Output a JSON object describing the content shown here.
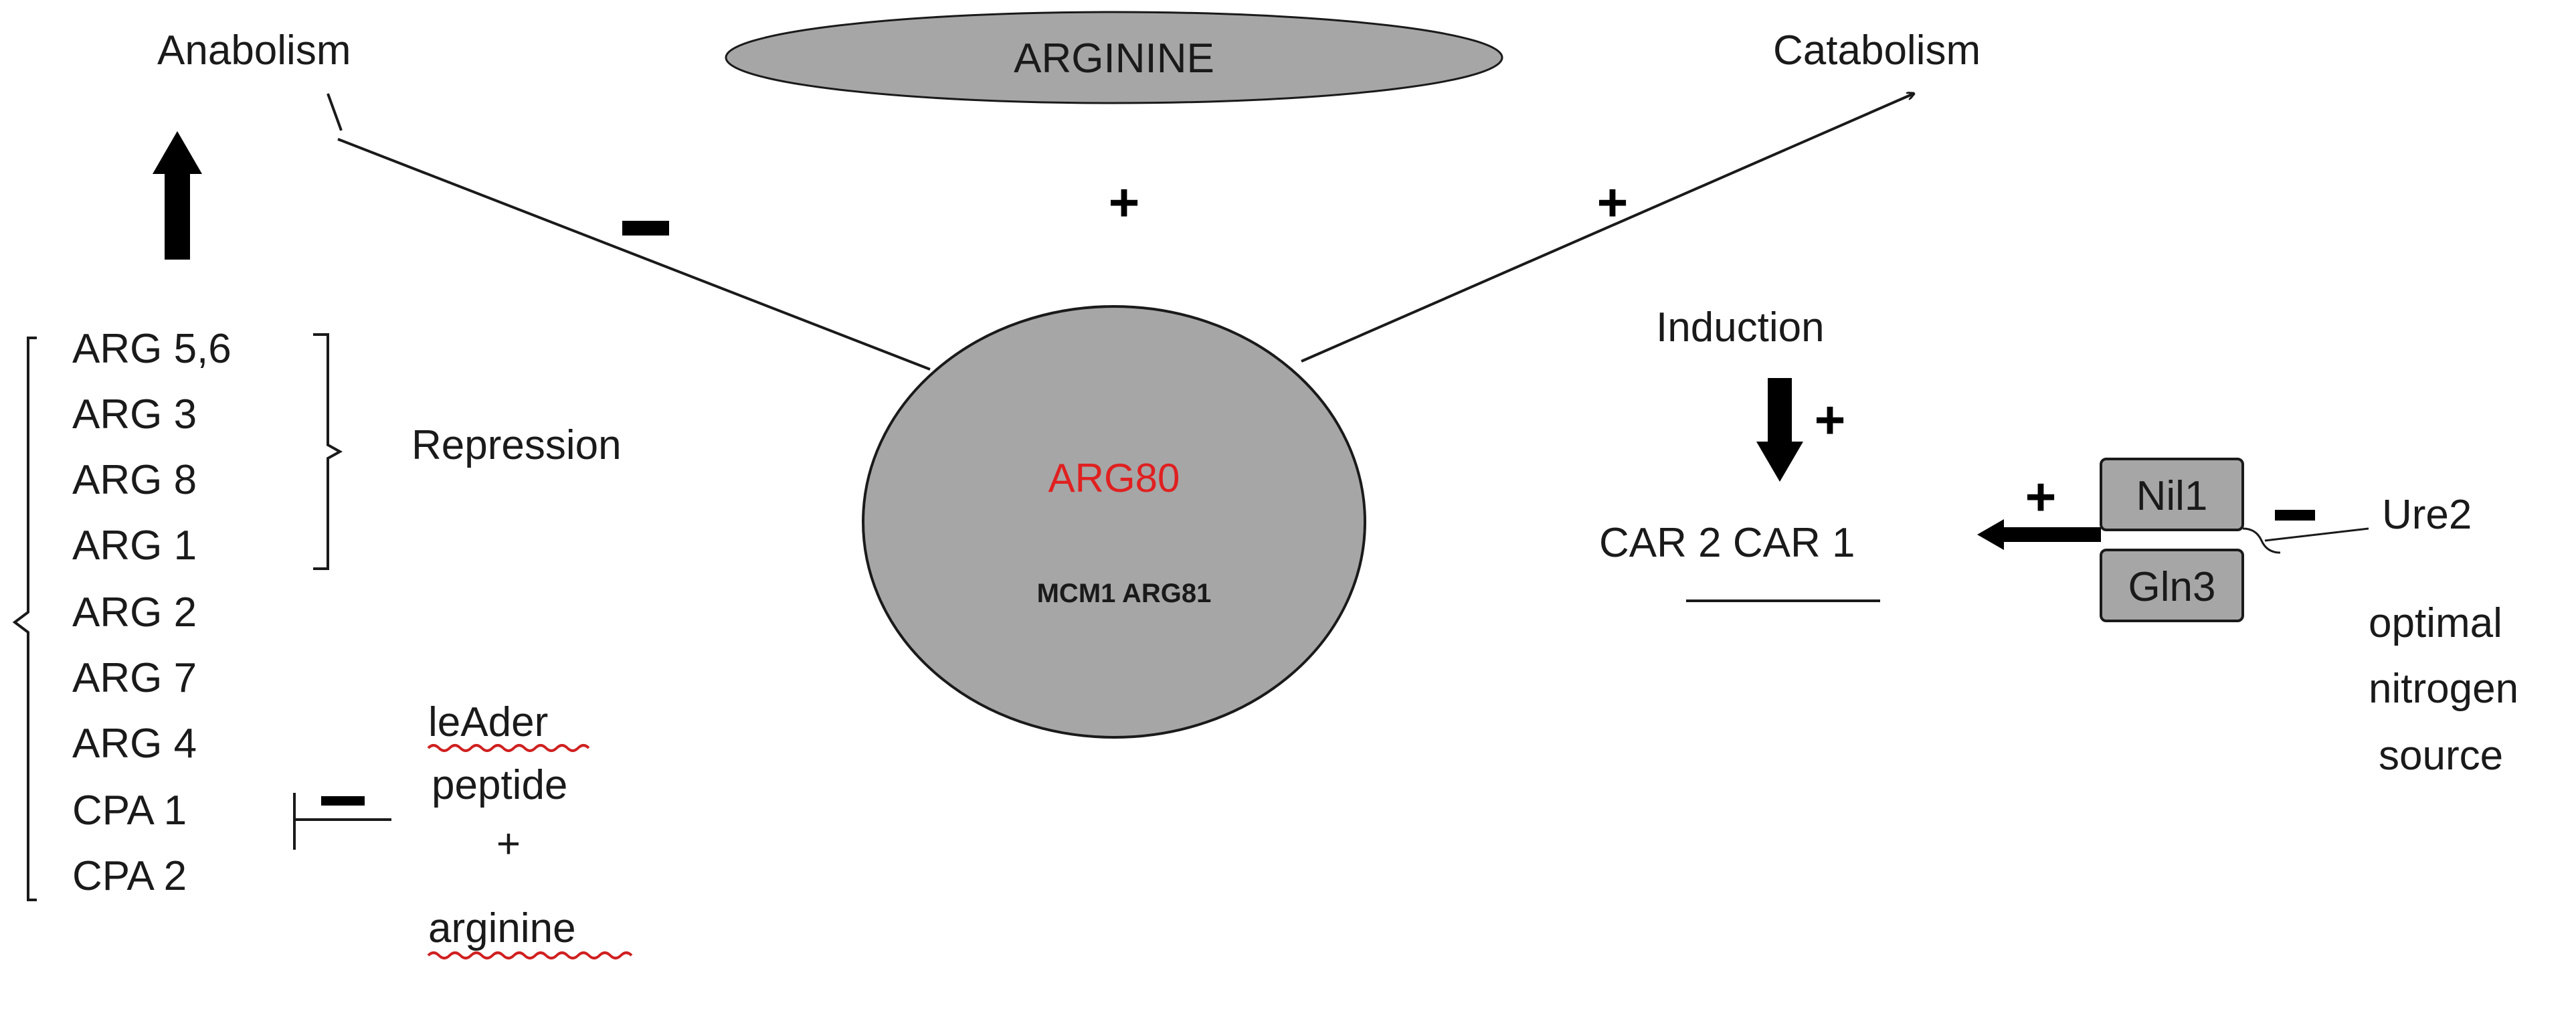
{
  "header": {
    "anabolism": "Anabolism",
    "arginine": "ARGININE",
    "catabolism": "Catabolism"
  },
  "center": {
    "arg80": "ARG80",
    "mcm1_arg81": "MCM1 ARG81",
    "color_arg80": "#e02020"
  },
  "signs": {
    "minus_left": "−",
    "plus_center": "+",
    "plus_right": "+",
    "plus_induction": "+",
    "plus_car": "+",
    "minus_ure2": "−",
    "minus_cpa": "−",
    "plus_leader": "+"
  },
  "genes": [
    "ARG 5,6",
    "ARG 3",
    "ARG 8",
    "ARG 1",
    "ARG 2",
    "ARG 7",
    "ARG 4",
    "CPA 1",
    "CPA 2"
  ],
  "labels": {
    "repression": "Repression",
    "induction": "Induction",
    "car": "CAR 2 CAR 1",
    "nil1": "Nil1",
    "gln3": "Gln3",
    "ure2": "Ure2",
    "optimal": "optimal",
    "nitrogen": "nitrogen",
    "source": "source",
    "leader": "leAder",
    "peptide": "peptide",
    "arginine_small": "arginine"
  },
  "colors": {
    "ellipse_fill": "#a6a6a6",
    "box_fill": "#a6a6a6",
    "stroke": "#1a1a1a"
  }
}
